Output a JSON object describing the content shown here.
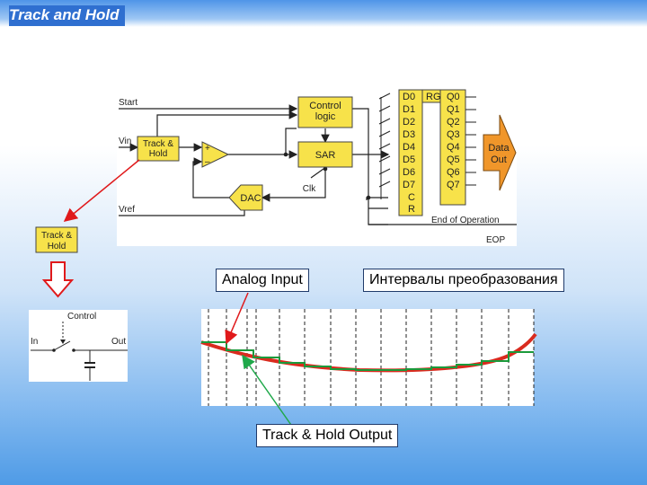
{
  "slide": {
    "title": "Track and Hold"
  },
  "block_diagram": {
    "start": "Start",
    "vin": "Vin",
    "vref": "Vref",
    "track_hold": [
      "Track &",
      "Hold"
    ],
    "control_logic": [
      "Control",
      "logic"
    ],
    "sar": "SAR",
    "dac": "DAC",
    "clk": "Clk",
    "plus": "+",
    "minus": "–",
    "reg_header_left": "D0",
    "reg_header_right": "RG",
    "reg_d": [
      "D1",
      "D2",
      "D3",
      "D4",
      "D5",
      "D6",
      "D7",
      "C",
      "R"
    ],
    "reg_q": [
      "Q0",
      "Q1",
      "Q2",
      "Q3",
      "Q4",
      "Q5",
      "Q6",
      "Q7"
    ],
    "data_out": [
      "Data",
      "Out"
    ],
    "end_of_operation": "End of Operation",
    "eop": "EOP"
  },
  "track_hold_small": [
    "Track &",
    "Hold"
  ],
  "switch_schematic": {
    "control": "Control",
    "in": "In",
    "out": "Out"
  },
  "labels": {
    "analog_input": "Analog Input",
    "intervals": "Интервалы преобразования",
    "track_hold_output": "Track & Hold Output"
  },
  "colors": {
    "block_fill": "#f7e24a",
    "data_out_fill": "#f0962a",
    "analog_curve": "#d92b1f",
    "held_output": "#1b9a3b",
    "pointer_red": "#e0191b",
    "pointer_green": "#1fa84a"
  }
}
